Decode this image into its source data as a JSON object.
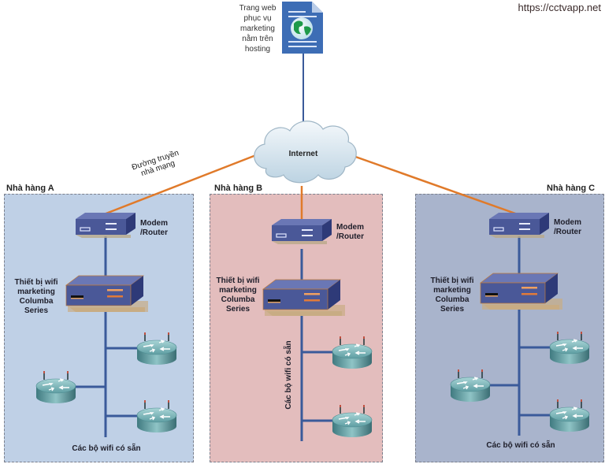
{
  "watermark_url": "https://cctvapp.net",
  "website": {
    "label_lines": [
      "Trang web",
      "phục vụ",
      "marketing",
      "nằm trên",
      "hosting"
    ],
    "icon": "web-document-globe-icon"
  },
  "internet": {
    "label": "Internet",
    "icon": "cloud-icon"
  },
  "isp_link": {
    "label_lines": [
      "Đường truyền",
      "nhà mạng"
    ]
  },
  "colors": {
    "wan_link": "#e07a2a",
    "lan_link": "#3a5a9a",
    "zone_a": "#bfd0e6",
    "zone_b": "#e3bdbd",
    "zone_c": "#a9b4cc",
    "device_blue": "#4a5a9a"
  },
  "zones": [
    {
      "id": "a",
      "title": "Nhà hàng A",
      "modem_label_lines": [
        "Modem",
        "/Router"
      ],
      "device_label_lines": [
        "Thiết bị wifi",
        "marketing",
        "Columba",
        "Series"
      ],
      "aps_label": "Các bộ wifi có sẵn",
      "ap_count": 3
    },
    {
      "id": "b",
      "title": "Nhà hàng B",
      "modem_label_lines": [
        "Modem",
        "/Router"
      ],
      "device_label_lines": [
        "Thiết bị wifi",
        "marketing",
        "Columba",
        "Series"
      ],
      "aps_label": "Các bộ wifi có sẵn",
      "ap_count": 2
    },
    {
      "id": "c",
      "title": "Nhà hàng C",
      "modem_label_lines": [
        "Modem",
        "/Router"
      ],
      "device_label_lines": [
        "Thiết bị wifi",
        "marketing",
        "Columba",
        "Series"
      ],
      "aps_label": "Các bộ wifi có sẵn",
      "ap_count": 3
    }
  ]
}
